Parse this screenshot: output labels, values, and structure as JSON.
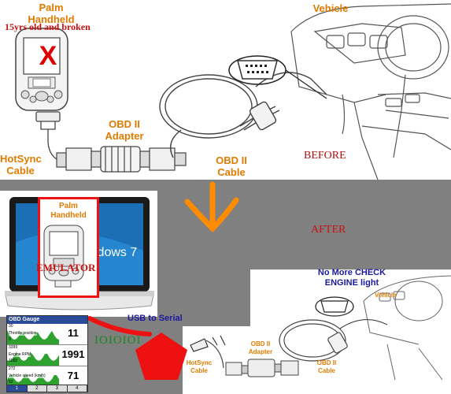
{
  "before": {
    "palm_label_line1": "Palm",
    "palm_label_line2": "Handheld",
    "broken_note": "15yrs old and broken",
    "x_mark": "X",
    "hotsync_line1": "HotSync",
    "hotsync_line2": "Cable",
    "obd_adapter_line1": "OBD II",
    "obd_adapter_line2": "Adapter",
    "obd_cable_line1": "OBD II",
    "obd_cable_line2": "Cable",
    "vehicle_label": "Vehicle",
    "before_label": "BEFORE"
  },
  "after": {
    "after_label": "AFTER",
    "palm_label_line1": "Palm",
    "palm_label_line2": "Handheld",
    "emulator_label": "EMULATOR",
    "windows_text": "Windows 7",
    "no_more_line1": "No More CHECK",
    "no_more_line2": "ENGINE light",
    "usb_serial": "USB to Serial",
    "binary": "IOIOIOI",
    "vehicle_label": "Vehicle",
    "obd_adapter_line1": "OBD II",
    "obd_adapter_line2": "Adapter",
    "obd_cable_line1": "OBD II",
    "obd_cable_line2": "Cable",
    "hotsync_line1": "HotSync",
    "hotsync_line2": "Cable"
  },
  "gauge": {
    "title": "OBD Gauge",
    "rows": [
      {
        "scale_top": "30",
        "scale_bottom": "0",
        "label": "Throttle position",
        "value": "11"
      },
      {
        "scale_top": "3399",
        "scale_bottom": "1183",
        "label": "Engine RPM",
        "value": "1991"
      },
      {
        "scale_top": "272",
        "scale_bottom": "52",
        "label": "Vehicle speed (km/h)",
        "value": "71"
      }
    ],
    "tabs": [
      "1",
      "2",
      "3",
      "4"
    ]
  },
  "colors": {
    "orange": "#e07b00",
    "red_label": "#cc1111",
    "gray_bg": "#808080",
    "green_text": "#1a8a1a",
    "blue_text": "#1a1aa0",
    "gauge_green": "#2fa12f"
  }
}
